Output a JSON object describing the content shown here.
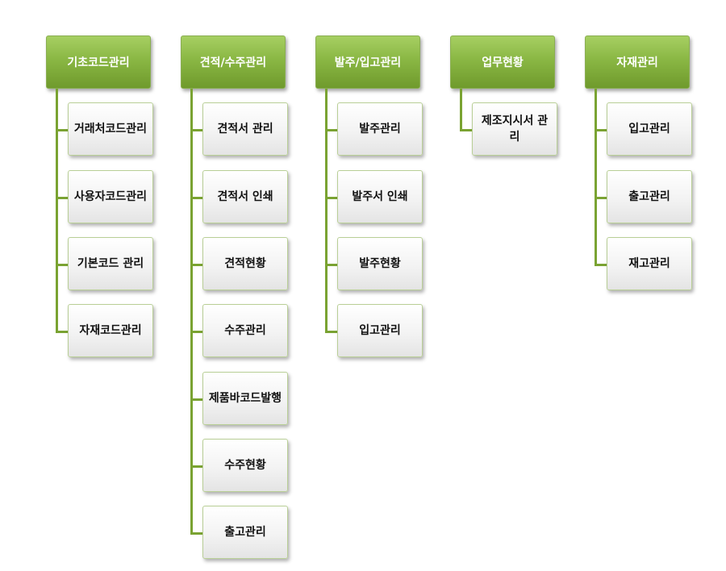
{
  "columns": [
    {
      "title": "기초코드관리",
      "items": [
        "거래처코드관리",
        "사용자코드관리",
        "기본코드 관리",
        "자재코드관리"
      ]
    },
    {
      "title": "견적/수주관리",
      "items": [
        "견적서 관리",
        "견적서 인쇄",
        "견적현황",
        "수주관리",
        "제품바코드발행",
        "수주현황",
        "출고관리"
      ]
    },
    {
      "title": "발주/입고관리",
      "items": [
        "발주관리",
        "발주서 인쇄",
        "발주현황",
        "입고관리"
      ]
    },
    {
      "title": "업무현황",
      "items": [
        "제조지시서 관리"
      ]
    },
    {
      "title": "자재관리",
      "items": [
        "입고관리",
        "출고관리",
        "재고관리"
      ]
    }
  ]
}
